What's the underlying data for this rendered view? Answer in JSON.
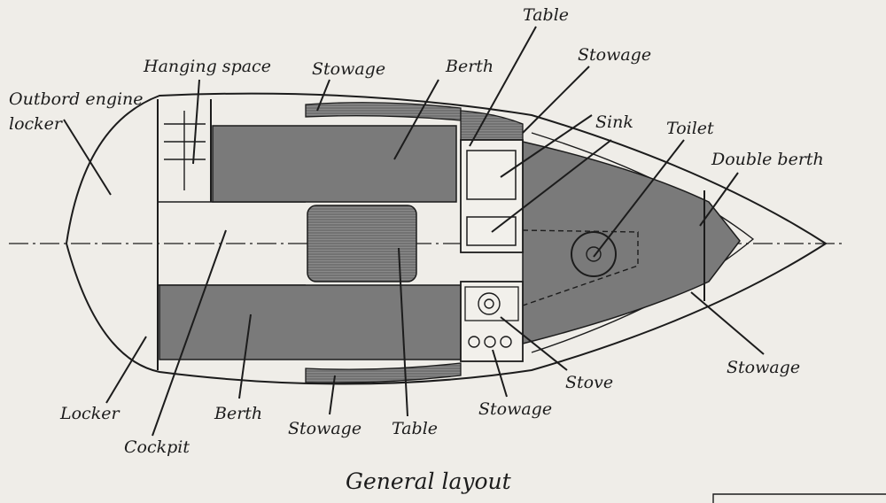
{
  "caption": "General layout",
  "colors": {
    "background": "#efede8",
    "ink": "#1c1c1c",
    "berth_fill": "#7a7a7a"
  },
  "labels": {
    "outboard_line1": "Outbord engine",
    "outboard_line2": "locker",
    "hanging_space": "Hanging space",
    "stowage_top": "Stowage",
    "berth_top": "Berth",
    "table_top": "Table",
    "stowage_top_right": "Stowage",
    "sink": "Sink",
    "toilet": "Toilet",
    "double_berth": "Double berth",
    "stowage_right": "Stowage",
    "stove": "Stove",
    "stowage_galley": "Stowage",
    "table_bottom": "Table",
    "stowage_bottom": "Stowage",
    "berth_bottom": "Berth",
    "locker": "Locker",
    "cockpit": "Cockpit"
  }
}
